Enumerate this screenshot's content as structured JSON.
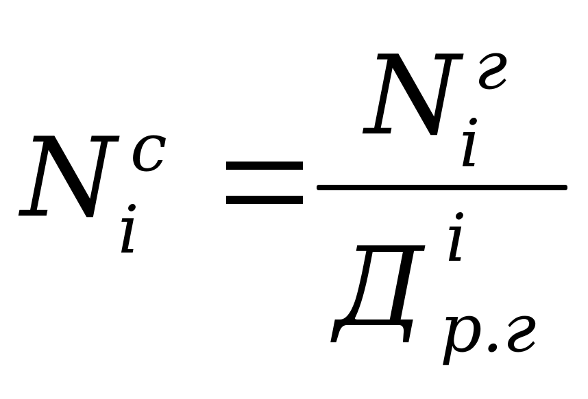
{
  "formula": {
    "lhs": {
      "base": "N",
      "superscript": "с",
      "subscript": "i"
    },
    "operator": "=",
    "rhs": {
      "numerator": {
        "base": "N",
        "superscript": "г",
        "subscript": "i"
      },
      "denominator": {
        "base": "Д",
        "superscript": "i",
        "subscript": "р.г"
      }
    }
  },
  "colors": {
    "ink": "#000000",
    "background": "#ffffff"
  }
}
